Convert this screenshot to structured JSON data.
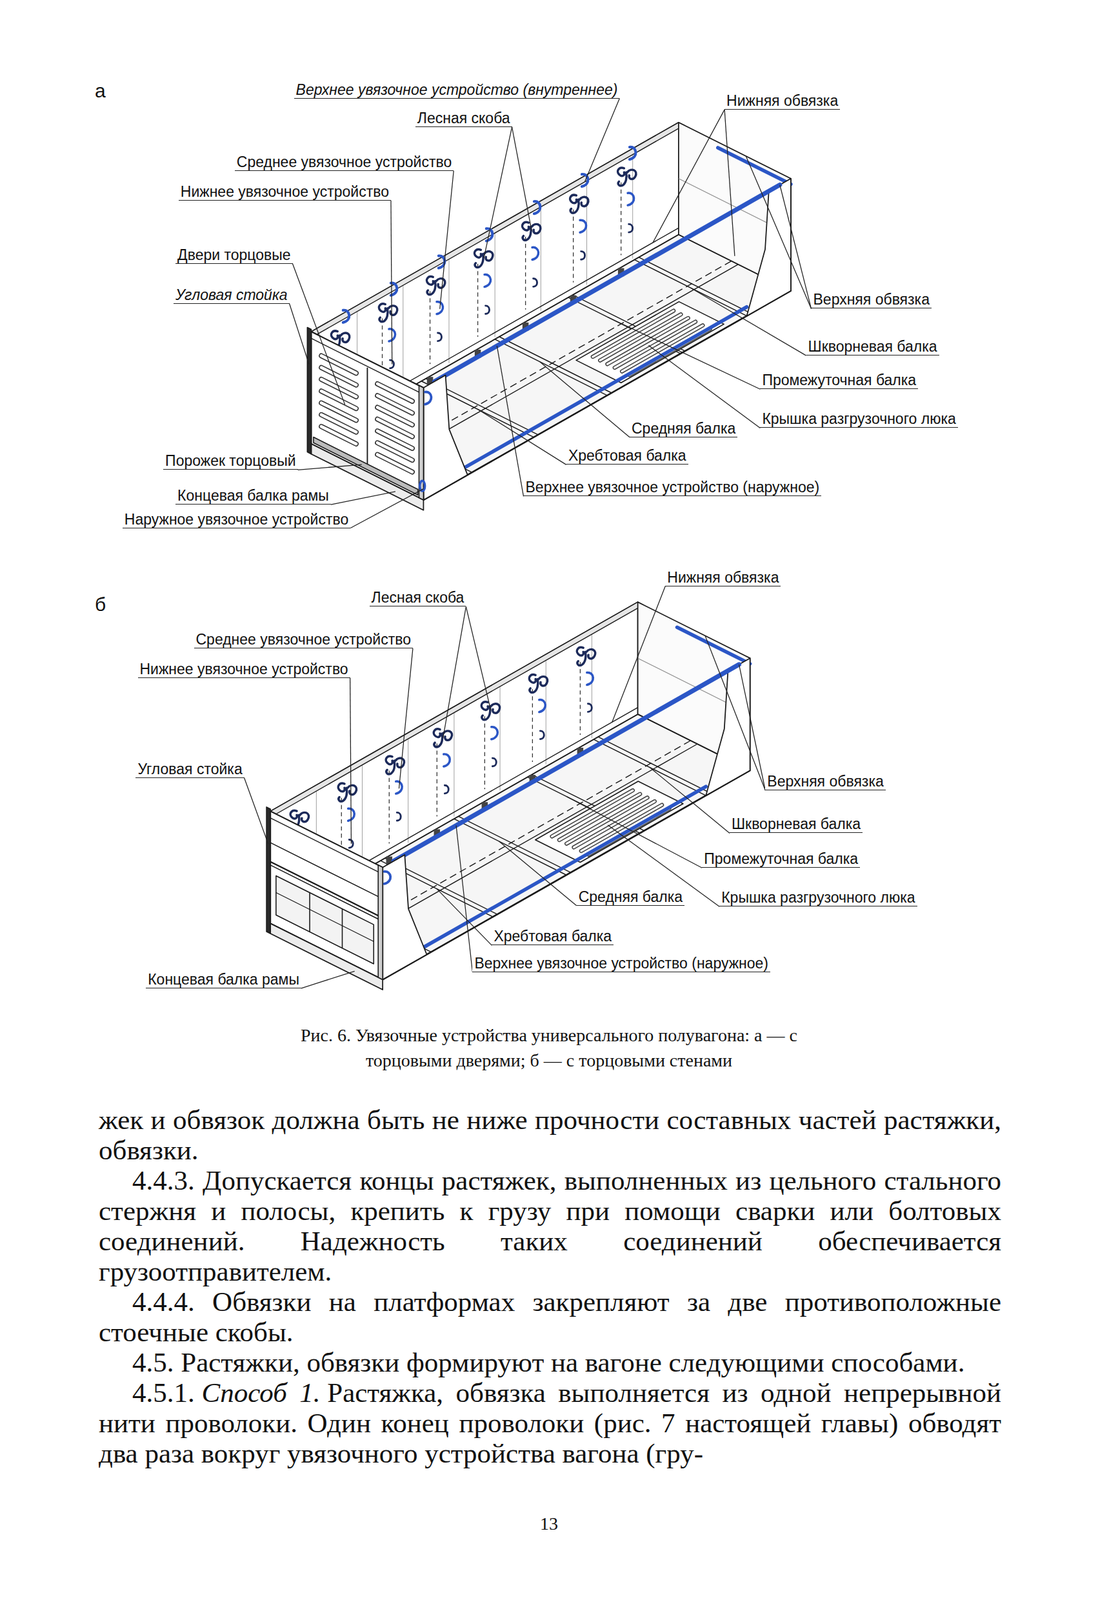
{
  "diagram": {
    "caption": "Рис. 6. Увязочные устройства универсального полувагона: а — с торцовыми дверями; б — с торцовыми стенами",
    "labels": [
      "а",
      "Верхнее увязочное устройство (внутреннее)",
      "Лесная скоба",
      "Нижняя обвязка",
      "Среднее увязочное устройство",
      "Нижнее увязочное устройство",
      "Двери торцовые",
      "Угловая стойка",
      "Верхняя обвязка",
      "Шкворневая балка",
      "Промежуточная балка",
      "Крышка разгрузочного люка",
      "Средняя балка",
      "Хребтовая балка",
      "Порожек торцовый",
      "Верхнее увязочное устройство (наружное)",
      "Концевая балка рамы",
      "Наружное увязочное устройство",
      "б",
      "Нижняя обвязка",
      "Лесная скоба",
      "Среднее увязочное устройство",
      "Нижнее увязочное устройство",
      "Угловая стойка",
      "Верхняя обвязка",
      "Шкворневая балка",
      "Промежуточная балка",
      "Средняя балка",
      "Крышка разгрузочного люка",
      "Хребтовая балка",
      "Верхнее увязочное устройство (наружное)",
      "Концевая балка рамы",
      "жек и обвязок должна быть не ниже прочности составных частей растяжки, обвязки.",
      "4.4.3. Допускается концы растяжек, выполненных из цельного стального стержня и полосы, крепить к грузу при помощи сварки или болтовых соединений. Надежность таких соединений обеспечивается грузоотправителем.",
      "4.4.4. Обвязки на платформах закрепляют за две противоположные стоечные скобы.",
      "4.5. Растяжки, обвязки формируют на вагоне следующими способами.",
      "4.5.1.",
      "Способ 1.",
      "Растяжка, обвязка выполняется из одной непрерывной нити проволоки. Один конец проволоки (рис. 7 настоящей главы) обводят два раза вокруг увязочного устройства вагона (гру-",
      "13"
    ]
  }
}
